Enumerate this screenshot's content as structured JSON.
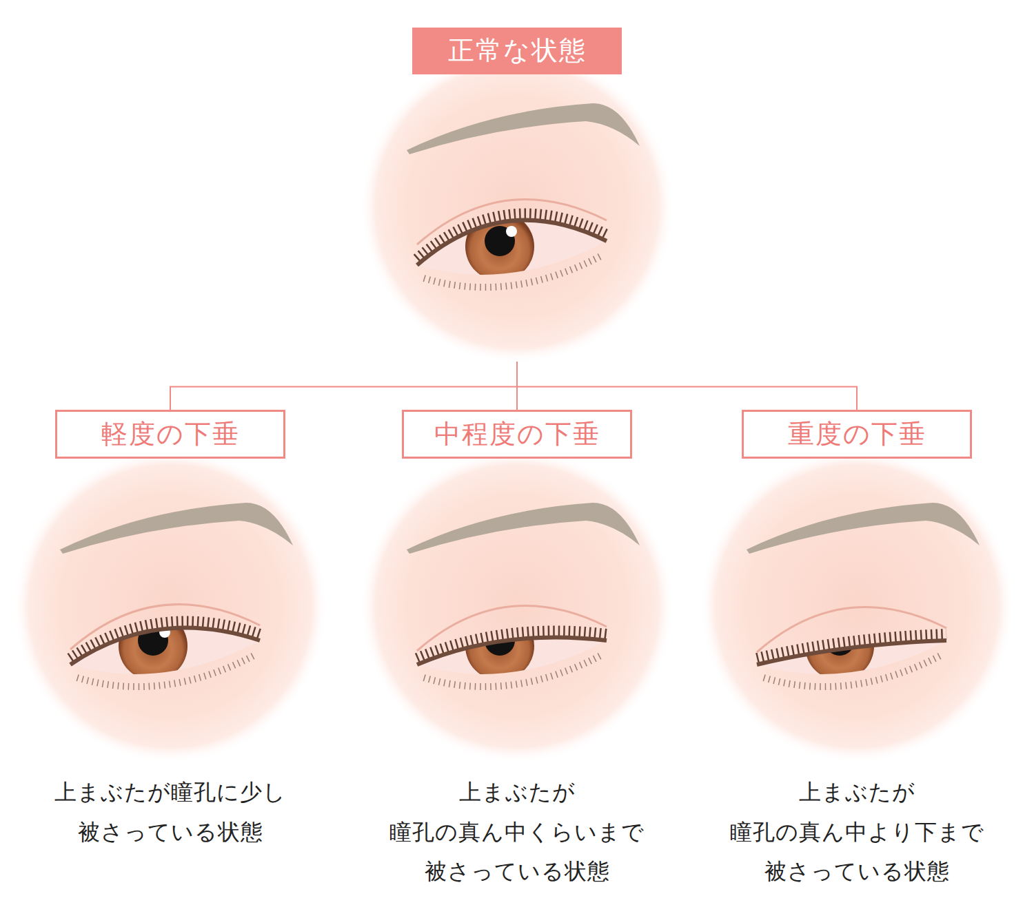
{
  "diagram": {
    "nodes": [
      {
        "text": [
          "正常な状態"
        ]
      },
      {
        "text": [
          "軽度の下垂"
        ]
      },
      {
        "text": [
          "中程度の下垂"
        ]
      },
      {
        "text": [
          "重度の下垂"
        ]
      }
    ],
    "edges": [
      {
        "from": 0,
        "to": 1,
        "arrow": "none"
      },
      {
        "from": 0,
        "to": 2,
        "arrow": "none"
      },
      {
        "from": 0,
        "to": 3,
        "arrow": "none"
      }
    ],
    "labels": [
      "上まぶたが瞳孔に少し 被さっている状態",
      "上まぶたが 瞳孔の真ん中くらいまで 被さっている状態",
      "上まぶたが 瞳孔の真ん中より下まで 被さっている状態"
    ]
  }
}
